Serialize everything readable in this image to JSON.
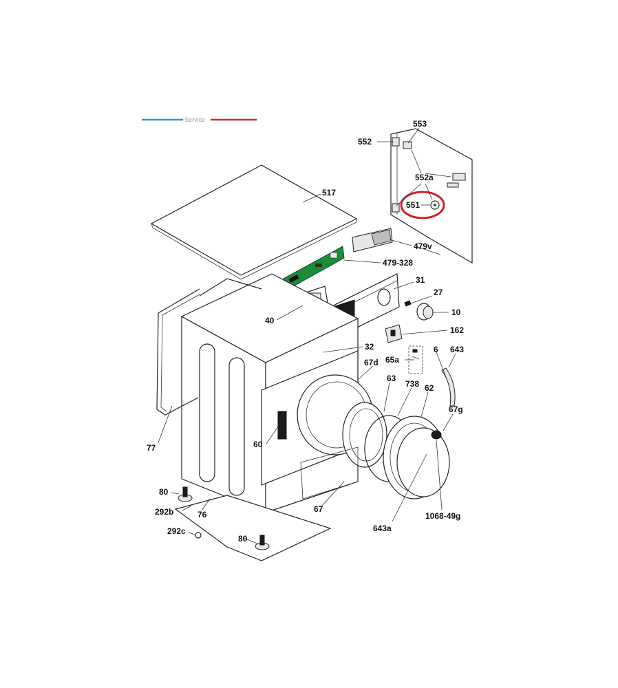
{
  "header": {
    "brand_text": "Service",
    "colors": {
      "blue_line": "#1e9be0",
      "red_line": "#d9262e"
    }
  },
  "highlight": {
    "part_ref": "551",
    "color": "#d11f2a"
  },
  "callouts": {
    "c517": "517",
    "c553": "553",
    "c552": "552",
    "c552a": "552a",
    "c551": "551",
    "c479v": "479v",
    "c479_328": "479-328",
    "c31": "31",
    "c27": "27",
    "c10": "10",
    "c40": "40",
    "c162": "162",
    "c32": "32",
    "c65a": "65a",
    "c6": "6",
    "c643": "643",
    "c67d": "67d",
    "c63": "63",
    "c738": "738",
    "c62": "62",
    "c67g": "67g",
    "c77": "77",
    "c60": "60",
    "c80a": "80",
    "c292b": "292b",
    "c76": "76",
    "c67": "67",
    "c292c": "292c",
    "c80b": "80",
    "c643a": "643a",
    "c1068_49g": "1068-49g"
  }
}
